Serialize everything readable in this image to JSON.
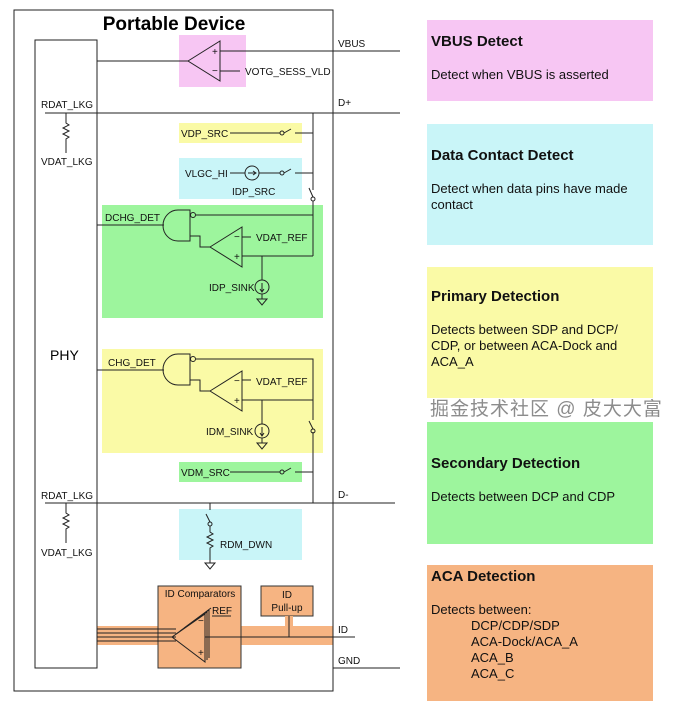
{
  "diagram": {
    "title": "Portable Device",
    "phy": "PHY",
    "signals": {
      "vbus": "VBUS",
      "dplus": "D+",
      "dminus": "D-",
      "id": "ID",
      "gnd": "GND"
    },
    "labels": {
      "votg": "VOTG_SESS_VLD",
      "rdat_lkg_top": "RDAT_LKG",
      "vdat_lkg_top": "VDAT_LKG",
      "vdp_src": "VDP_SRC",
      "vlgc_hi": "VLGC_HI",
      "idp_src": "IDP_SRC",
      "dchg_det": "DCHG_DET",
      "vdat_ref_1": "VDAT_REF",
      "idp_sink": "IDP_SINK",
      "chg_det": "CHG_DET",
      "vdat_ref_2": "VDAT_REF",
      "idm_sink": "IDM_SINK",
      "vdm_src": "VDM_SRC",
      "rdat_lkg_bot": "RDAT_LKG",
      "vdat_lkg_bot": "VDAT_LKG",
      "rdm_dwn": "RDM_DWN",
      "id_comparators": "ID Comparators",
      "ref": "REF",
      "id_pullup_1": "ID",
      "id_pullup_2": "Pull-up"
    }
  },
  "detections": [
    {
      "title": "VBUS Detect",
      "desc": "Detect when VBUS is asserted",
      "color": "#f7c6f3"
    },
    {
      "title": "Data Contact Detect",
      "desc": "Detect when data pins have made contact",
      "color": "#c9f5f8"
    },
    {
      "title": "Primary Detection",
      "desc": "Detects between SDP and DCP/ CDP, or between ACA-Dock and ACA_A",
      "color": "#fafaa6"
    },
    {
      "title": "Secondary Detection",
      "desc": "Detects between DCP and CDP",
      "color": "#9df59d"
    },
    {
      "title": "ACA Detection",
      "desc": "Detects between:",
      "items": [
        "DCP/CDP/SDP",
        "ACA-Dock/ACA_A",
        "ACA_B",
        "ACA_C"
      ],
      "color": "#f6b482"
    }
  ],
  "colors": {
    "pink": "#f7c6f3",
    "cyan": "#c9f5f8",
    "yellow": "#fafaa6",
    "green": "#9df59d",
    "orange": "#f6b482"
  },
  "watermark": "掘金技术社区 @ 皮大大富"
}
